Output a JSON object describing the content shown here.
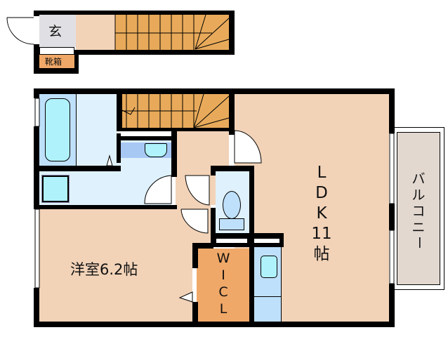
{
  "floorplan": {
    "upper_floor": {
      "entrance_label": "玄",
      "shoe_box_label": "靴箱"
    },
    "rooms": {
      "western_room": {
        "label": "洋室6.2帖"
      },
      "ldk": {
        "label_lines": [
          "L",
          "D",
          "K",
          "11",
          "帖"
        ]
      },
      "wic": {
        "label_lines": [
          "W",
          "I",
          "C",
          "L"
        ]
      },
      "balcony": {
        "label_lines": [
          "バ",
          "ル",
          "コ",
          "ニ",
          "ー"
        ]
      }
    },
    "colors": {
      "floor_room": "#f2d3b8",
      "stairs": "#e8aa5a",
      "entrance": "#e0e0e4",
      "wet_area": "#dff1fc",
      "bath": "#bfe0fb",
      "fixture": "#aff2fb",
      "wic": "#f0a868",
      "shoe_box": "#f0a868",
      "balcony": "#e2d8d0",
      "wall": "#000000"
    }
  }
}
